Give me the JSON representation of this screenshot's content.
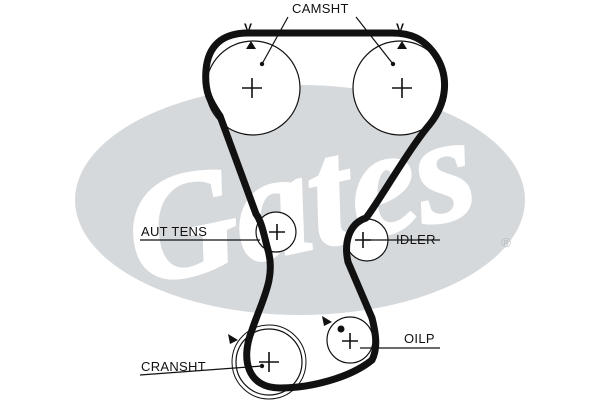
{
  "logo": {
    "wordmark": "Gates",
    "registered_symbol": "®",
    "color": "#d6d9dc"
  },
  "colors": {
    "belt": "#111111",
    "line": "#111111",
    "pulley_fill": "#ffffff"
  },
  "labels": {
    "camshaft": "CAMSHT",
    "auto_tensioner": "AUT TENS",
    "idler": "IDLER",
    "crankshaft": "CRANSHT",
    "oil_pump": "OILP"
  },
  "timing_marks": {
    "left_cam": "V",
    "right_cam": "V"
  }
}
